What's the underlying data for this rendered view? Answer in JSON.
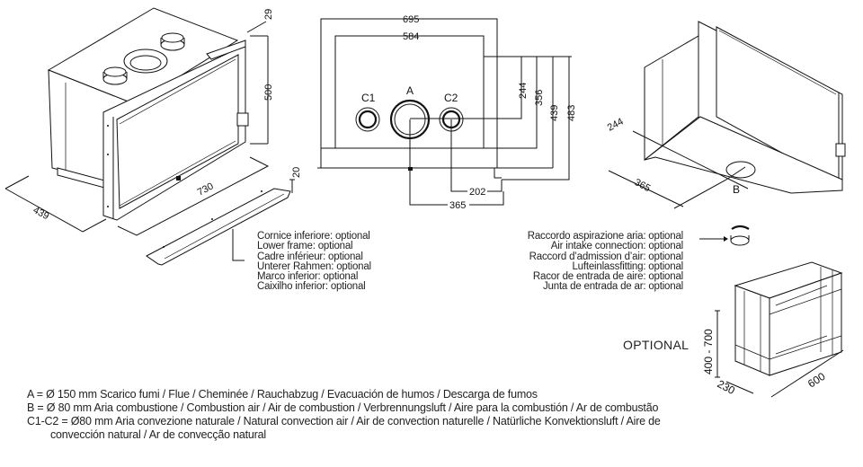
{
  "views": {
    "iso_front": {
      "dimensions": {
        "depth": "439",
        "width": "730",
        "height": "500",
        "frame_offset": "29"
      }
    },
    "lower_frame": {
      "dimensions": {
        "height": "20"
      }
    },
    "top_view": {
      "labels": {
        "a": "A",
        "c1": "C1",
        "c2": "C2"
      },
      "dimensions": {
        "outer_width": "695",
        "inner_width": "584",
        "d244": "244",
        "d356": "356",
        "d439": "439",
        "d483": "483",
        "d202": "202",
        "d365": "365"
      }
    },
    "iso_bottom": {
      "labels": {
        "b": "B"
      },
      "dimensions": {
        "d244": "244",
        "d365": "365"
      }
    },
    "stand": {
      "label": "OPTIONAL",
      "dimensions": {
        "height_range": "400 - 700",
        "depth": "230",
        "width": "600"
      }
    }
  },
  "lower_frame_notes": [
    "Cornice inferiore: optional",
    "Lower frame: optional",
    "Cadre inférieur: optional",
    "Unterer Rahmen: optional",
    "Marco inferior: optional",
    "Caixilho inferior: optional"
  ],
  "air_intake_notes": [
    "Raccordo aspirazione aria: optional",
    "Air intake connection: optional",
    "Raccord d’admission d’air: optional",
    "Lufteinlassfitting: optional",
    "Racor de entrada de aire: optional",
    "Junta de entrada de ar: optional"
  ],
  "legend": [
    "A = Ø 150 mm  Scarico fumi / Flue / Cheminée / Rauchabzug / Evacuación de humos / Descarga de fumos",
    "B = Ø 80 mm  Aria combustione / Combustion air / Air de combustion / Verbrennungsluft / Aire para la combustión / Ar de combustão",
    "C1-C2 = Ø80 mm Aria convezione naturale / Natural convection air / Air de convection naturelle / Natürliche Konvektionsluft / Aire de",
    "convección natural / Ar de convecção natural"
  ]
}
